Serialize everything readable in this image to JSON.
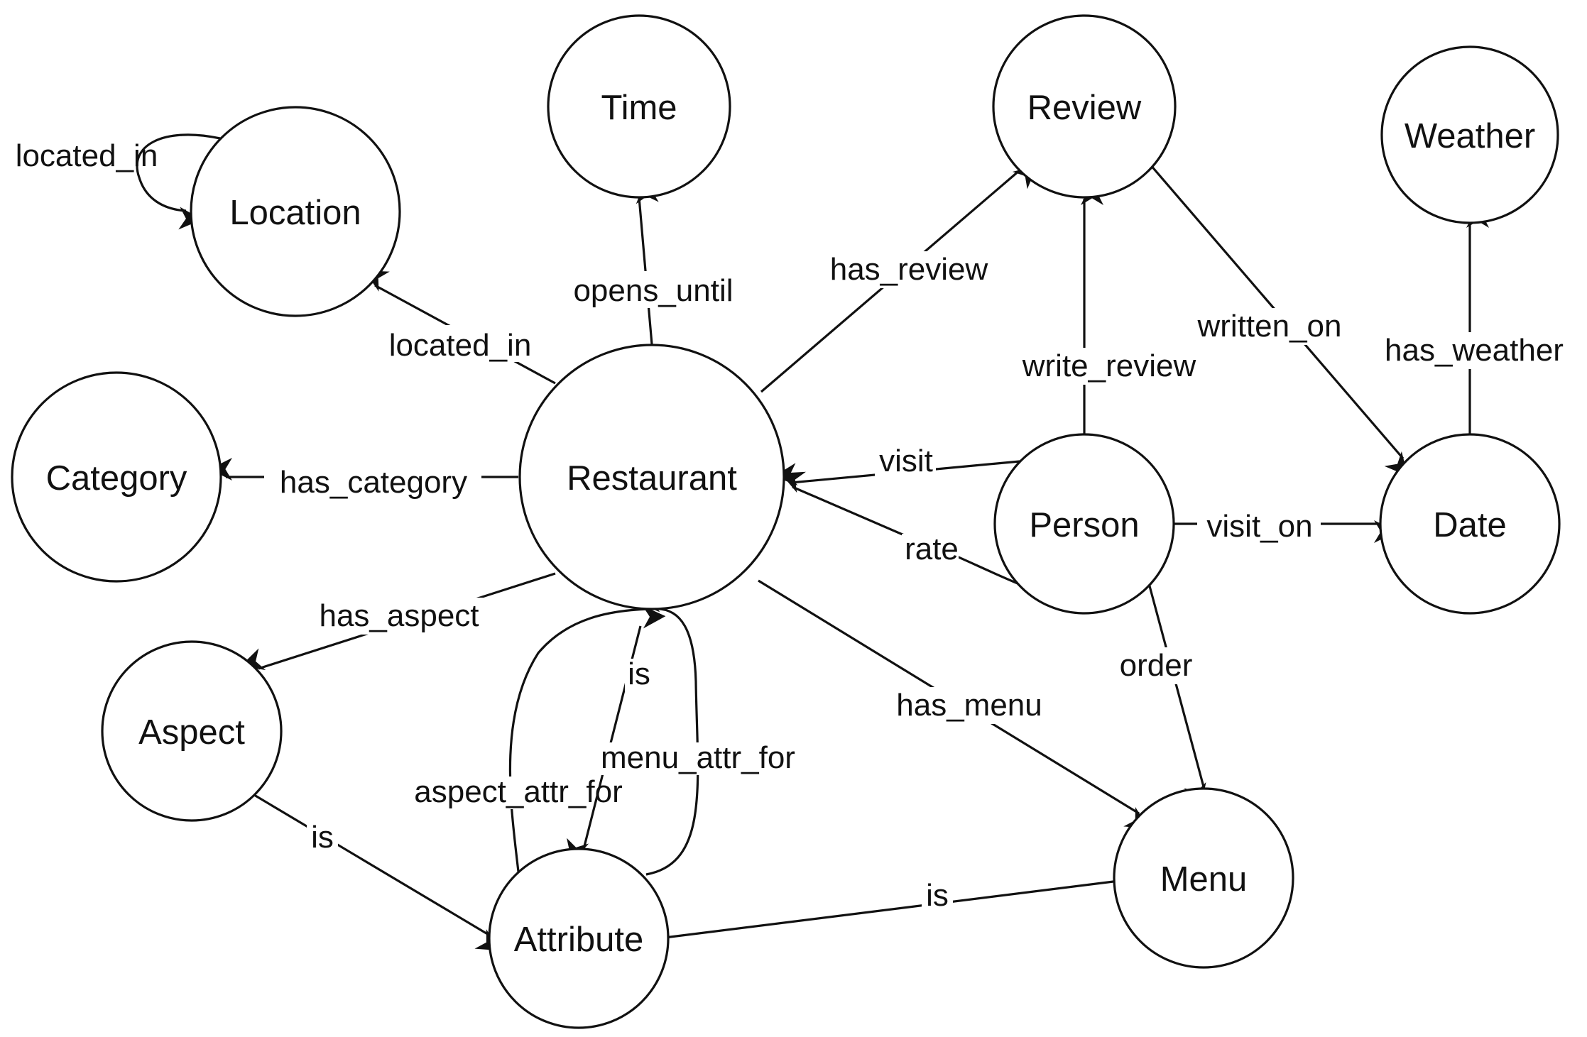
{
  "diagram": {
    "nodes": {
      "time": "Time",
      "review": "Review",
      "weather": "Weather",
      "location": "Location",
      "category": "Category",
      "restaurant": "Restaurant",
      "person": "Person",
      "date": "Date",
      "aspect": "Aspect",
      "attribute": "Attribute",
      "menu": "Menu"
    },
    "edges": {
      "location_located_in": "located_in",
      "restaurant_located_in": "located_in",
      "opens_until": "opens_until",
      "has_review": "has_review",
      "written_on": "written_on",
      "write_review": "write_review",
      "has_weather": "has_weather",
      "has_category": "has_category",
      "visit": "visit",
      "rate": "rate",
      "visit_on": "visit_on",
      "has_aspect": "has_aspect",
      "attribute_is_restaurant": "is",
      "aspect_attr_for": "aspect_attr_for",
      "menu_attr_for": "menu_attr_for",
      "has_menu": "has_menu",
      "order": "order",
      "aspect_is_attribute": "is",
      "menu_is_attribute": "is"
    }
  }
}
